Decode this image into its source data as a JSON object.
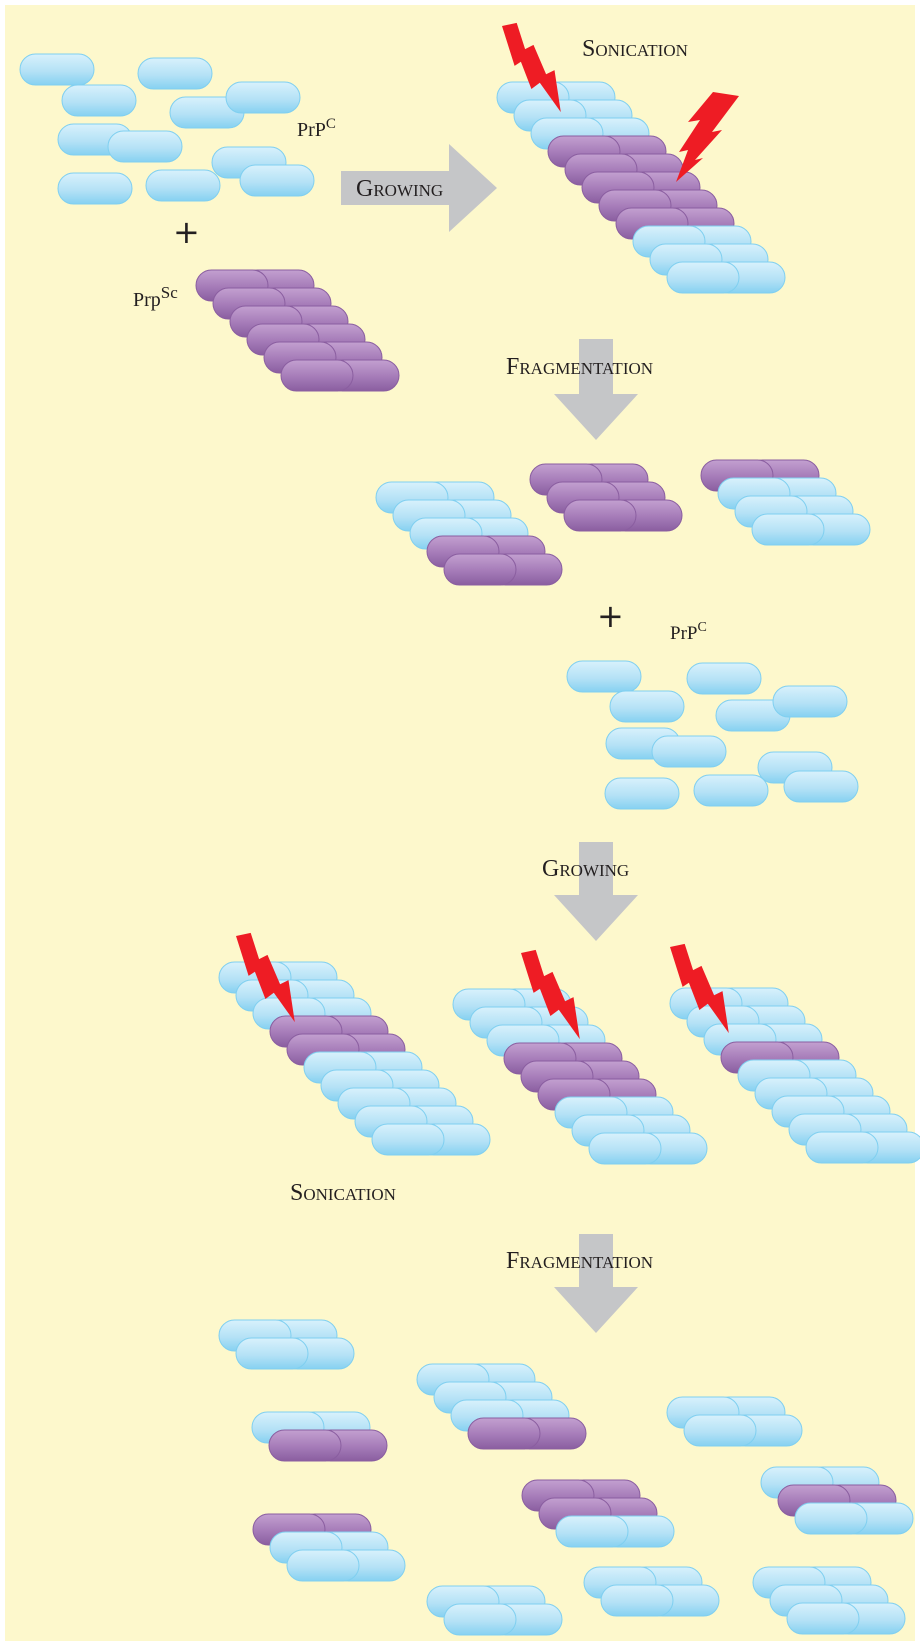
{
  "labels": {
    "sonication_top": "Sonication",
    "growing_horizontal": "Growing",
    "prpc_top": "PrP",
    "prpc_top_sup": "C",
    "prpsc": "Prp",
    "prpsc_sup": "Sc",
    "plus_top": "+",
    "fragmentation_1": "Fragmentation",
    "plus_mid": "+",
    "prpc_mid": "PrP",
    "prpc_mid_sup": "C",
    "growing_vertical": "Growing",
    "sonication_bottom": "Sonication",
    "fragmentation_2": "Fragmentation"
  },
  "colors": {
    "background": "#fdf8cc",
    "prpc_fill": "#b9e3f6",
    "prpc_edge": "#7fcff0",
    "prpsc_fill": "#a77cb9",
    "prpsc_edge": "#8a5ea0",
    "arrow": "#c5c6c8",
    "lightning": "#ee1c24"
  },
  "icons": {
    "sonication_marker": "lightning-bolt-icon",
    "step_arrow": "block-arrow-icon"
  }
}
